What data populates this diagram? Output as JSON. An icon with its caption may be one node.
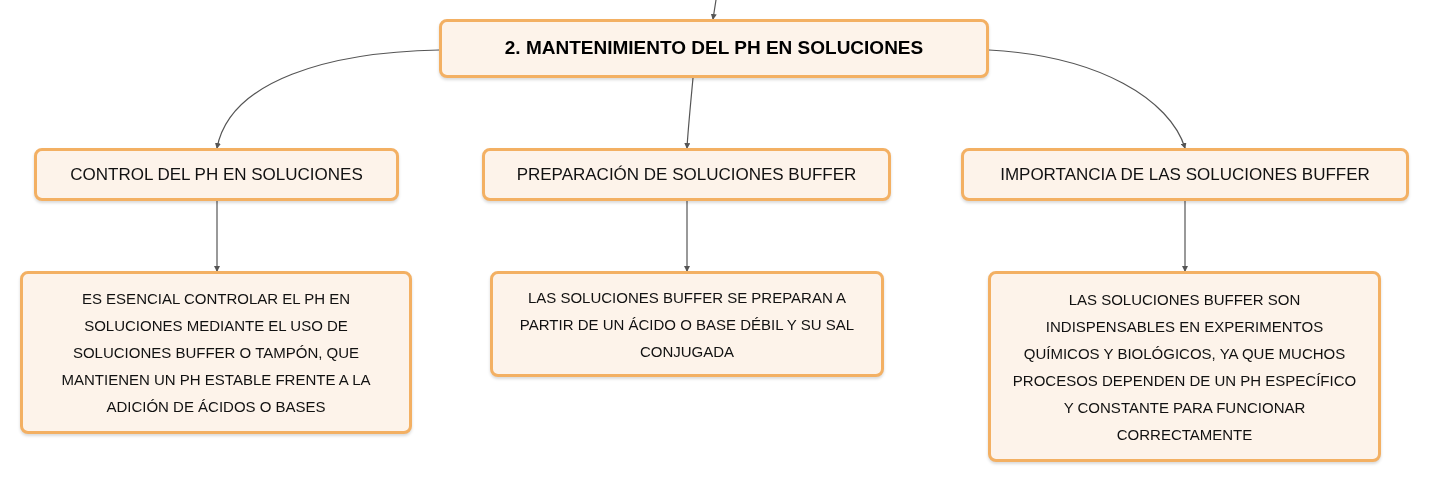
{
  "diagram": {
    "nodes": [
      {
        "text": [
          "2. MANTENIMIENTO DEL PH EN SOLUCIONES"
        ]
      },
      {
        "text": [
          "CONTROL DEL PH EN SOLUCIONES"
        ]
      },
      {
        "text": [
          "PREPARACIÓN DE SOLUCIONES BUFFER"
        ]
      },
      {
        "text": [
          "IMPORTANCIA DE LAS SOLUCIONES BUFFER"
        ]
      },
      {
        "text": [
          "ES ESENCIAL CONTROLAR EL PH EN SOLUCIONES MEDIANTE EL USO DE SOLUCIONES BUFFER O TAMPÓN, QUE MANTIENEN UN PH ESTABLE FRENTE A LA ADICIÓN DE ÁCIDOS O BASES"
        ]
      },
      {
        "text": [
          "LAS SOLUCIONES BUFFER SE PREPARAN A PARTIR DE UN ÁCIDO O BASE DÉBIL Y SU SAL CONJUGADA"
        ]
      },
      {
        "text": [
          "LAS SOLUCIONES BUFFER SON INDISPENSABLES EN EXPERIMENTOS QUÍMICOS Y BIOLÓGICOS, YA QUE MUCHOS PROCESOS DEPENDEN DE UN PH ESPECÍFICO Y CONSTANTE PARA FUNCIONAR CORRECTAMENTE"
        ]
      }
    ],
    "edges": [
      {
        "from": null,
        "to": 0,
        "arrow": "to"
      },
      {
        "from": 0,
        "to": 1,
        "arrow": "to"
      },
      {
        "from": 0,
        "to": 2,
        "arrow": "to"
      },
      {
        "from": 0,
        "to": 3,
        "arrow": "to"
      },
      {
        "from": 1,
        "to": 4,
        "arrow": "to"
      },
      {
        "from": 2,
        "to": 5,
        "arrow": "to"
      },
      {
        "from": 3,
        "to": 6,
        "arrow": "to"
      }
    ]
  }
}
